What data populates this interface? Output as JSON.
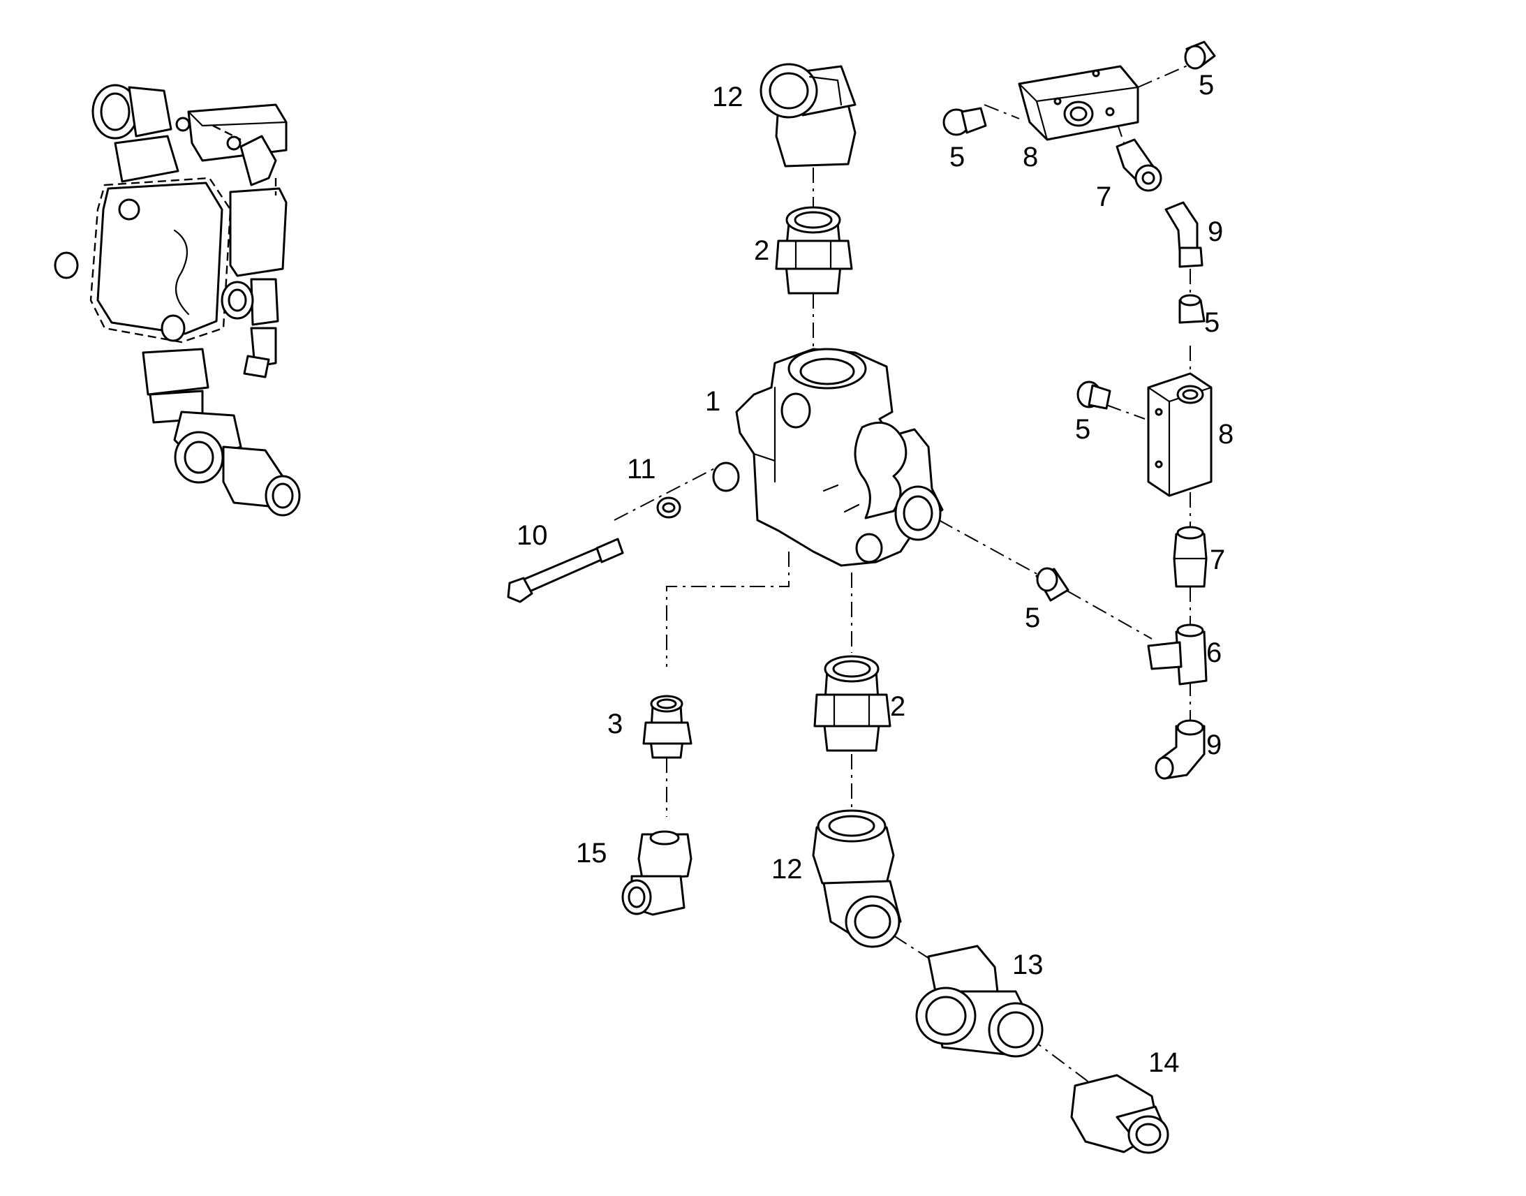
{
  "labels": {
    "p1": "1",
    "p2_top": "2",
    "p2_bottom": "2",
    "p3": "3",
    "p5_top_right": "5",
    "p5_top_left": "5",
    "p5_mid": "5",
    "p5_left_block": "5",
    "p5_right_port": "5",
    "p6": "6",
    "p7_top": "7",
    "p7_bottom": "7",
    "p8_top": "8",
    "p8_bottom": "8",
    "p9_top": "9",
    "p9_bottom": "9",
    "p10": "10",
    "p11": "11",
    "p12_top": "12",
    "p12_bottom": "12",
    "p13": "13",
    "p14": "14",
    "p15": "15"
  }
}
